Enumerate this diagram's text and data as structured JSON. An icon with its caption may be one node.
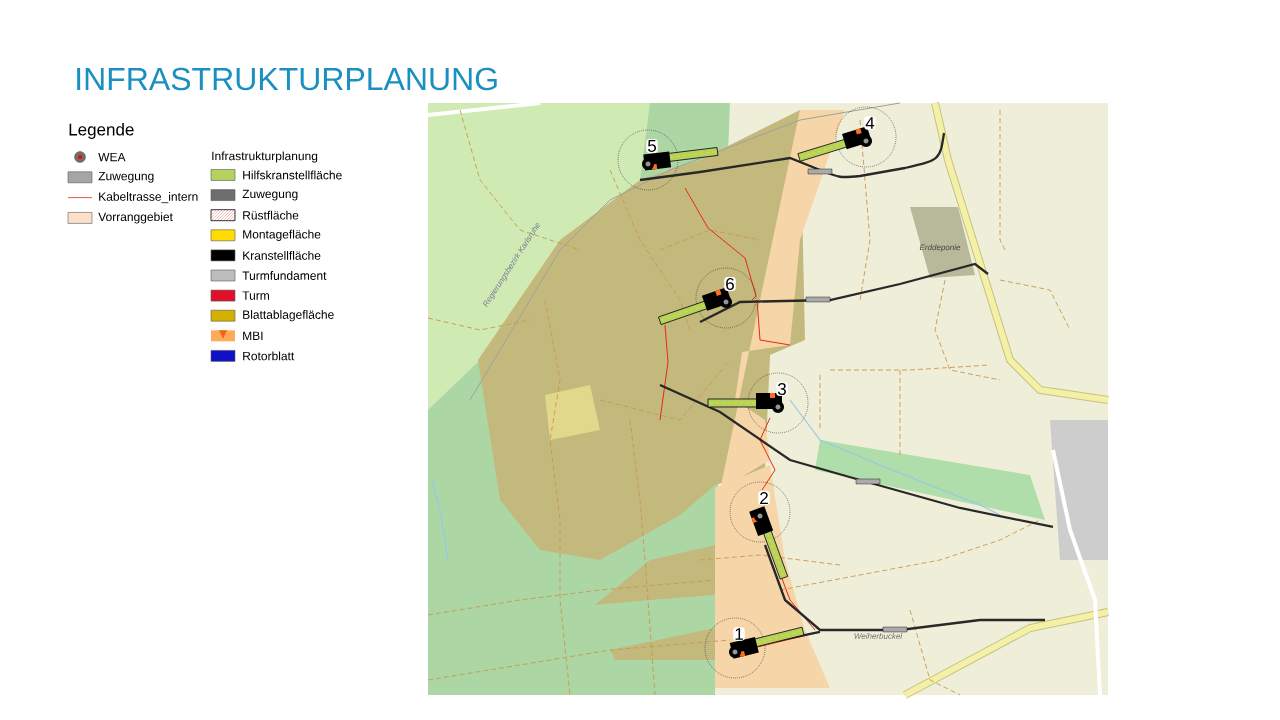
{
  "diagram": {
    "title": "INFRASTRUKTURPLANUNG",
    "labels": [
      "Legende",
      "Infrastrukturplanung",
      "4",
      "5",
      "6",
      "3",
      "2",
      "1",
      "Erddeponie",
      "Regierungsbezirk Karlsruhe",
      "Weiherbuckel"
    ],
    "legend": [
      {
        "text": "WEA"
      },
      {
        "text": "Zuwegung",
        "color": "#a6a6a6"
      },
      {
        "text": "Kabeltrasse_intern"
      },
      {
        "text": "Vorranggebiet",
        "color": "#fde0c8"
      },
      {
        "text": "Hilfskranstellfläche",
        "color": "#b5d160"
      },
      {
        "text": "Zuwegung",
        "color": "#6e6e6e"
      },
      {
        "text": "Rüstfläche"
      },
      {
        "text": "Montagefläche",
        "color": "#ffdd00"
      },
      {
        "text": "Kranstellfläche",
        "color": "#000000"
      },
      {
        "text": "Turmfundament",
        "color": "#bdbdbd"
      },
      {
        "text": "Turm",
        "color": "#e0102a"
      },
      {
        "text": "Blattablagefläche",
        "color": "#d4b000"
      },
      {
        "text": "MBI"
      },
      {
        "text": "Rotorblatt",
        "color": "#1010c8"
      }
    ]
  }
}
